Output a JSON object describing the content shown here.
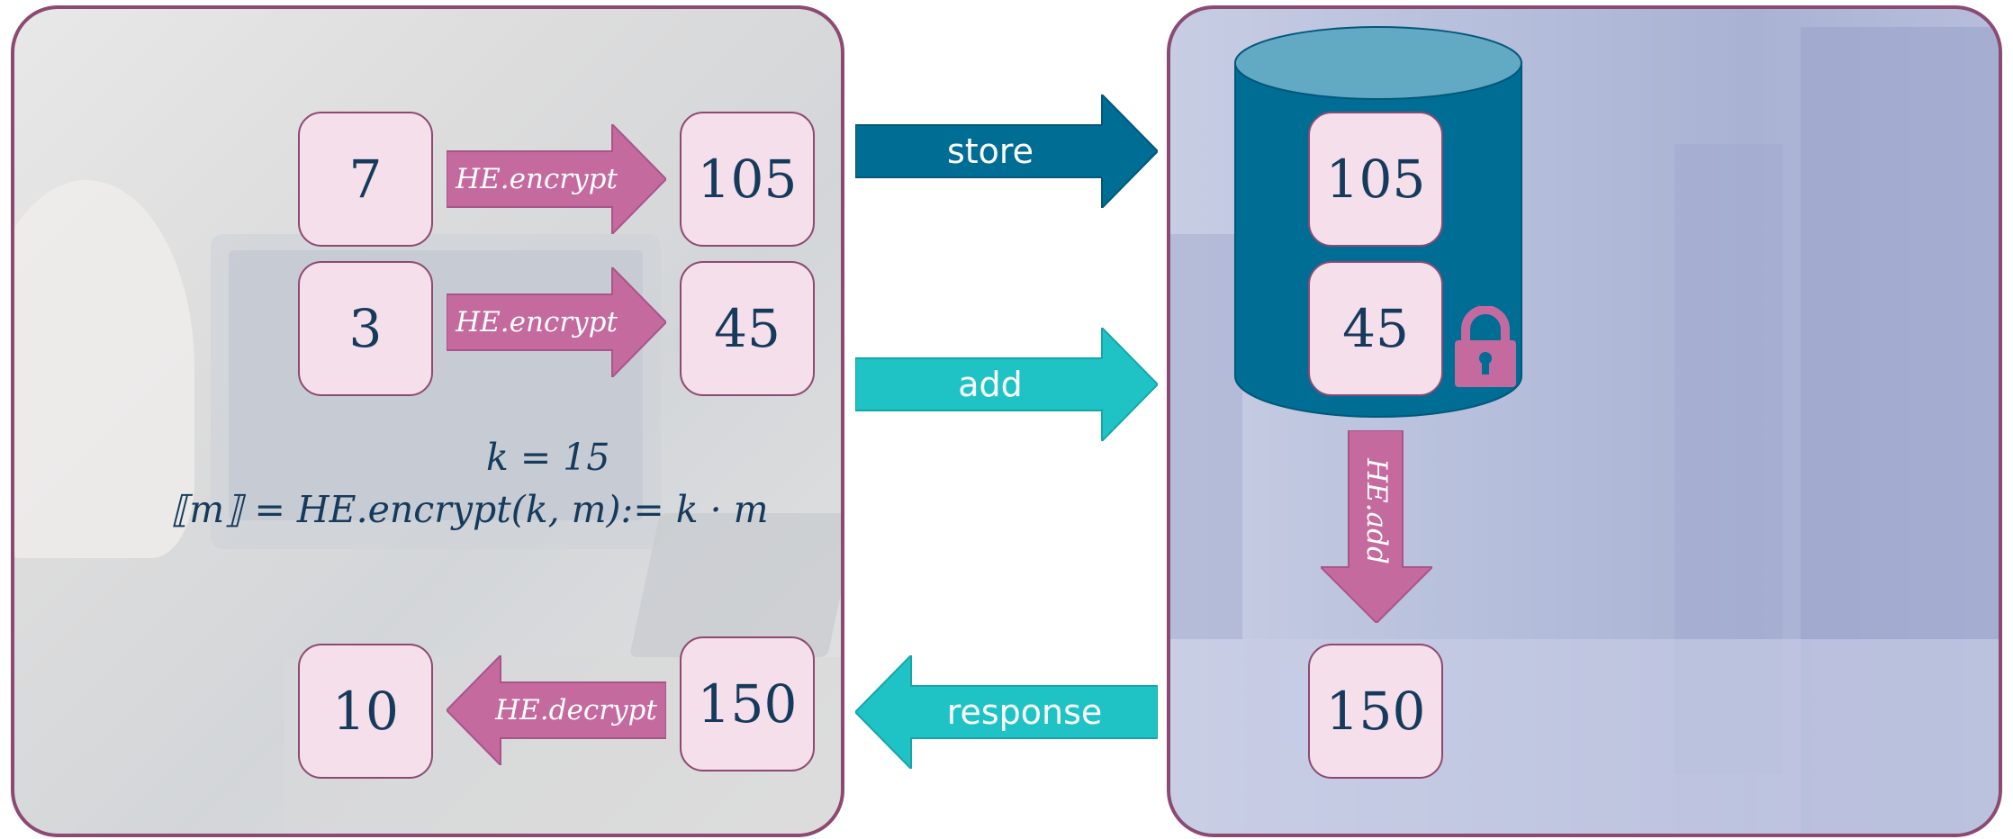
{
  "client": {
    "plaintext_a": "7",
    "plaintext_b": "3",
    "cipher_a": "105",
    "cipher_b": "45",
    "encrypt_label_1": "HE.encrypt",
    "encrypt_label_2": "HE.encrypt",
    "key_formula": "k = 15",
    "encrypt_formula": "⟦m⟧ = HE.encrypt(k, m):= k · m",
    "result_cipher": "150",
    "result_plain": "10",
    "decrypt_label": "HE.decrypt"
  },
  "arrows": {
    "store": "store",
    "add": "add",
    "response": "response"
  },
  "server": {
    "stored_a": "105",
    "stored_b": "45",
    "add_label": "HE.add",
    "result": "150"
  },
  "colors": {
    "panel_border": "#8c4a72",
    "box_fill": "#f4dfeb",
    "he_arrow": "#c46a9e",
    "store_arrow": "#006d95",
    "cyan_arrow": "#1fc3c6",
    "cylinder": "#006d95",
    "cylinder_top": "#62a9c4",
    "text_navy": "#153a5c"
  },
  "icons": [
    "padlock-icon"
  ]
}
